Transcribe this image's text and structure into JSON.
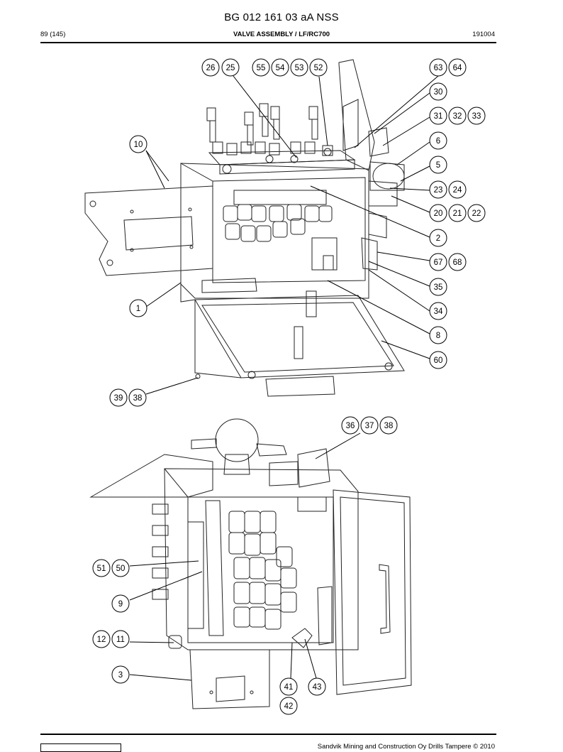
{
  "header": {
    "doc_number": "BG 012 161 03 aA NSS",
    "page": "89 (145)",
    "title": "VALVE ASSEMBLY / LF/RC700",
    "code": "191004"
  },
  "footer": {
    "copyright": "Sandvik Mining and Construction Oy Drills Tampere © 2010"
  },
  "callouts_top": [
    {
      "labels": [
        "26",
        "25"
      ]
    },
    {
      "labels": [
        "55",
        "54",
        "53",
        "52"
      ]
    },
    {
      "labels": [
        "63",
        "64"
      ]
    },
    {
      "labels": [
        "30"
      ]
    },
    {
      "labels": [
        "31",
        "32",
        "33"
      ]
    },
    {
      "labels": [
        "10"
      ]
    },
    {
      "labels": [
        "6"
      ]
    },
    {
      "labels": [
        "5"
      ]
    },
    {
      "labels": [
        "23",
        "24"
      ]
    },
    {
      "labels": [
        "20",
        "21",
        "22"
      ]
    },
    {
      "labels": [
        "2"
      ]
    },
    {
      "labels": [
        "67",
        "68"
      ]
    },
    {
      "labels": [
        "35"
      ]
    },
    {
      "labels": [
        "1"
      ]
    },
    {
      "labels": [
        "34"
      ]
    },
    {
      "labels": [
        "8"
      ]
    },
    {
      "labels": [
        "60"
      ]
    },
    {
      "labels": [
        "39",
        "38"
      ]
    }
  ],
  "callouts_bottom": [
    {
      "labels": [
        "36",
        "37",
        "38"
      ]
    },
    {
      "labels": [
        "51",
        "50"
      ]
    },
    {
      "labels": [
        "9"
      ]
    },
    {
      "labels": [
        "12",
        "11"
      ]
    },
    {
      "labels": [
        "3"
      ]
    },
    {
      "labels": [
        "41"
      ]
    },
    {
      "labels": [
        "43"
      ]
    },
    {
      "labels": [
        "42"
      ]
    }
  ]
}
